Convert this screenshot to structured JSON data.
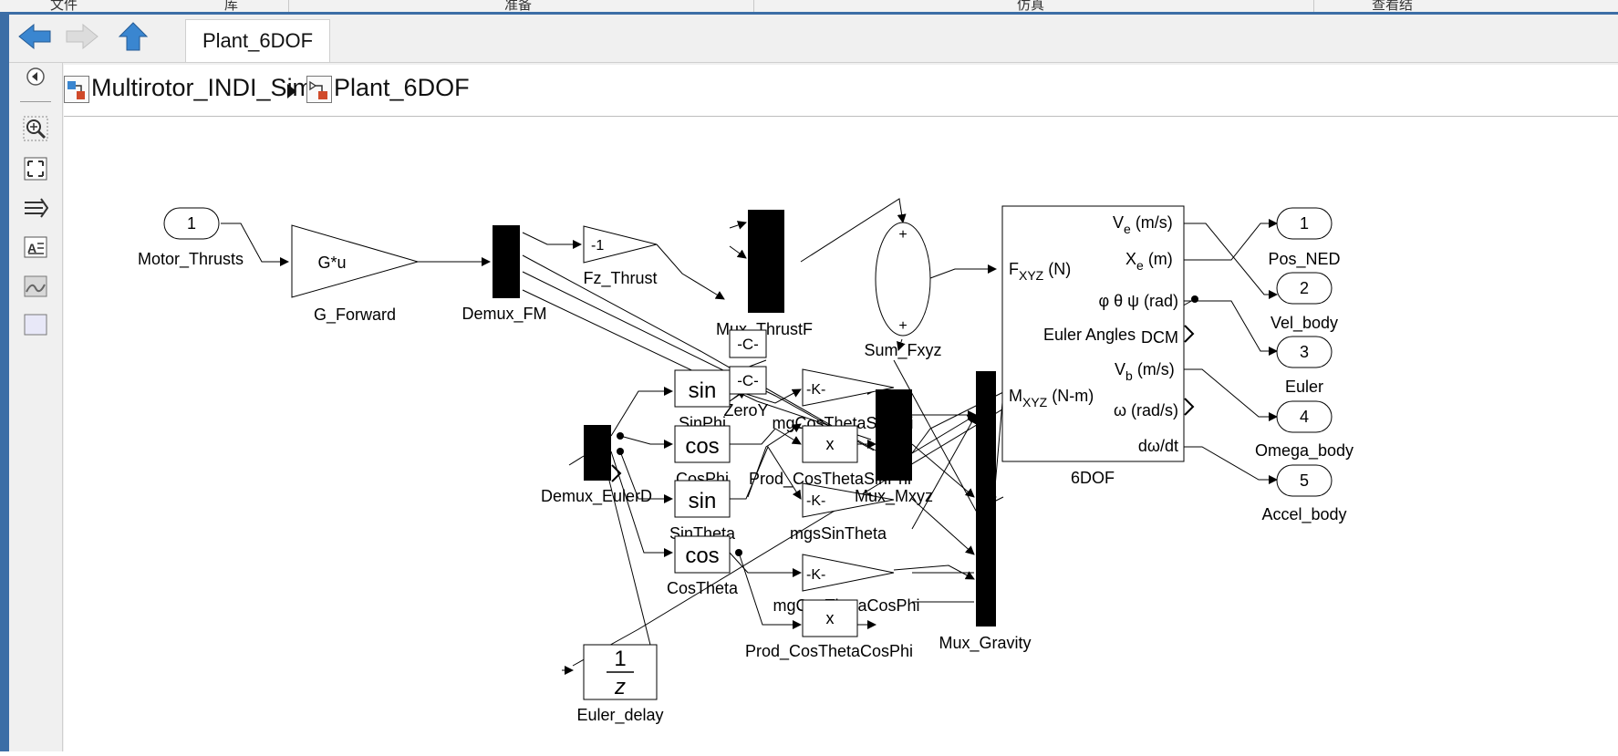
{
  "menu": {
    "file": "文件",
    "library": "库",
    "prepare": "准备",
    "simulation": "仿真",
    "view": "查看结"
  },
  "tab": {
    "title": "Plant_6DOF"
  },
  "breadcrumb": {
    "root": "Multirotor_INDI_Sim",
    "current": "Plant_6DOF"
  },
  "colors": {
    "frame": "#3c6ea6",
    "nav_arrow": "#3a86d0",
    "block_fill": "#000000"
  },
  "icons": {
    "back": "back-arrow-icon",
    "forward": "forward-arrow-icon",
    "up": "up-arrow-icon",
    "hide": "hide-browser-icon",
    "zoom": "zoom-icon",
    "fit": "fit-view-icon",
    "arrows": "signal-arrows-icon",
    "annotation": "annotation-icon",
    "image": "image-icon",
    "area": "area-icon"
  },
  "diagram": {
    "inports": {
      "p1": "1",
      "motor_thrusts": "Motor_Thrusts"
    },
    "g_forward": {
      "expr": "G*u",
      "name": "G_Forward"
    },
    "demux_fm": "Demux_FM",
    "fz_thrust": {
      "value": "-1",
      "name": "Fz_Thrust"
    },
    "mux_thrustf": "Mux_ThrustF",
    "zero_c1": "-C-",
    "zero_c2": "-C-",
    "zero_y": "ZeroY",
    "sum_fxyz": {
      "plus_top": "+",
      "plus_bottom": "+",
      "name": "Sum_Fxyz"
    },
    "sixdof": {
      "name": "6DOF",
      "in1_main": "F",
      "in1_sub": "XYZ",
      "in1_unit": " (N)",
      "in2_main": "M",
      "in2_sub": "XYZ",
      "in2_unit": " (N-m)",
      "out_ve_main": "V",
      "out_ve_sub": "e",
      "out_ve_unit": " (m/s)",
      "out_xe_main": "X",
      "out_xe_sub": "e",
      "out_xe_unit": " (m)",
      "out_euler": "φ θ ψ (rad)",
      "euler_angles": "Euler Angles",
      "dcm": "DCM",
      "out_vb_main": "V",
      "out_vb_sub": "b",
      "out_vb_unit": " (m/s)",
      "out_omega": "ω (rad/s)",
      "out_domega": "dω/dt"
    },
    "outports": [
      {
        "num": "1",
        "name": "Pos_NED"
      },
      {
        "num": "2",
        "name": "Vel_body"
      },
      {
        "num": "3",
        "name": "Euler"
      },
      {
        "num": "4",
        "name": "Omega_body"
      },
      {
        "num": "5",
        "name": "Accel_body"
      }
    ],
    "demux_euler": "Demux_EulerD",
    "sin_phi": {
      "func": "sin",
      "name": "SinPhi"
    },
    "cos_phi": {
      "func": "cos",
      "name": "CosPhi"
    },
    "sin_theta": {
      "func": "sin",
      "name": "SinTheta"
    },
    "cos_theta": {
      "func": "cos",
      "name": "CosTheta"
    },
    "gain_k1": {
      "value": "-K-",
      "name": "mgCosThetaSinPhi"
    },
    "prod1": {
      "op": "x",
      "name": "Prod_CosThetaSinPhi"
    },
    "gain_k2": {
      "value": "-K-",
      "name": "mgsSinTheta"
    },
    "gain_k3": {
      "value": "-K-",
      "name": "mgCosThetaCosPhi"
    },
    "prod2": {
      "op": "x",
      "name": "Prod_CosThetaCosPhi"
    },
    "mux_mxyz": "Mux_Mxyz",
    "mux_gravity": "Mux_Gravity",
    "euler_delay": {
      "num": "1",
      "den": "z",
      "name": "Euler_delay"
    }
  }
}
